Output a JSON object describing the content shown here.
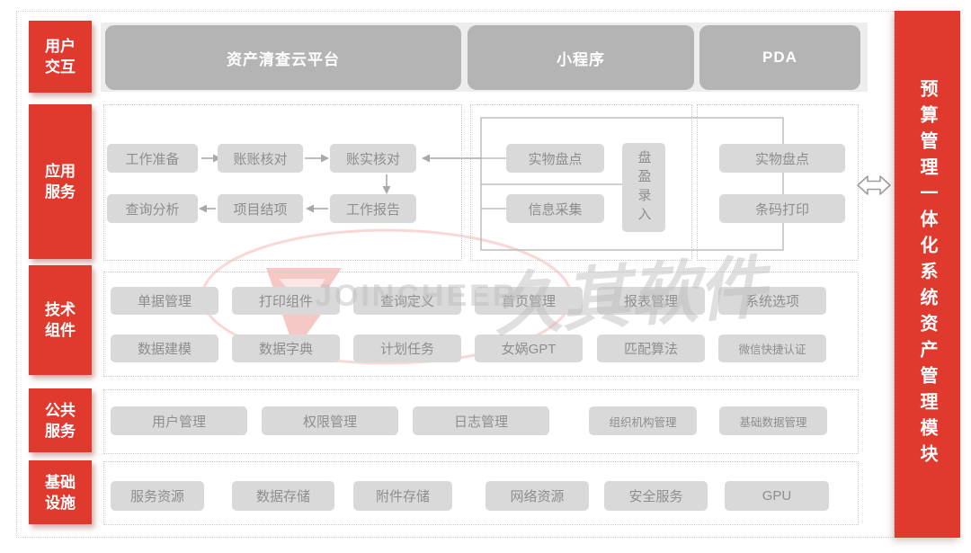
{
  "colors": {
    "accent_red": "#e03a2e",
    "header_gray": "#b4b4b4",
    "box_gray": "#d9d9d9",
    "box_text_gray": "#8e8e8e",
    "connector_gray": "#a8a8a8"
  },
  "layers": [
    {
      "line1": "用户",
      "line2": "交互"
    },
    {
      "line1": "应用",
      "line2": "服务"
    },
    {
      "line1": "技术",
      "line2": "组件"
    },
    {
      "line1": "公共",
      "line2": "服务"
    },
    {
      "line1": "基础",
      "line2": "设施"
    }
  ],
  "headers": {
    "platform": "资产清查云平台",
    "miniapp": "小程序",
    "pda": "PDA"
  },
  "right_bar": {
    "text": "预算管理一体化系统资产管理模块"
  },
  "flow": {
    "prepare": "工作准备",
    "book_check": "账账核对",
    "physical_check": "账实核对",
    "query": "查询分析",
    "closeout": "项目结项",
    "report": "工作报告"
  },
  "miniapp_boxes": {
    "inventory": "实物盘点",
    "collect": "信息采集",
    "surplus_entry": "盘盈录入"
  },
  "pda_boxes": {
    "inventory": "实物盘点",
    "barcode_print": "条码打印"
  },
  "tech": {
    "row1": [
      "单据管理",
      "打印组件",
      "查询定义",
      "首页管理",
      "报表管理",
      "系统选项"
    ],
    "row2": [
      "数据建模",
      "数据字典",
      "计划任务",
      "女娲GPT",
      "匹配算法",
      "微信快捷认证"
    ]
  },
  "public_services": [
    "用户管理",
    "权限管理",
    "日志管理",
    "组织机构管理",
    "基础数据管理"
  ],
  "infrastructure": [
    "服务资源",
    "数据存储",
    "附件存储",
    "网络资源",
    "安全服务",
    "GPU"
  ],
  "watermark": {
    "logo": "JOINCHEER",
    "brand": "久其软件"
  }
}
